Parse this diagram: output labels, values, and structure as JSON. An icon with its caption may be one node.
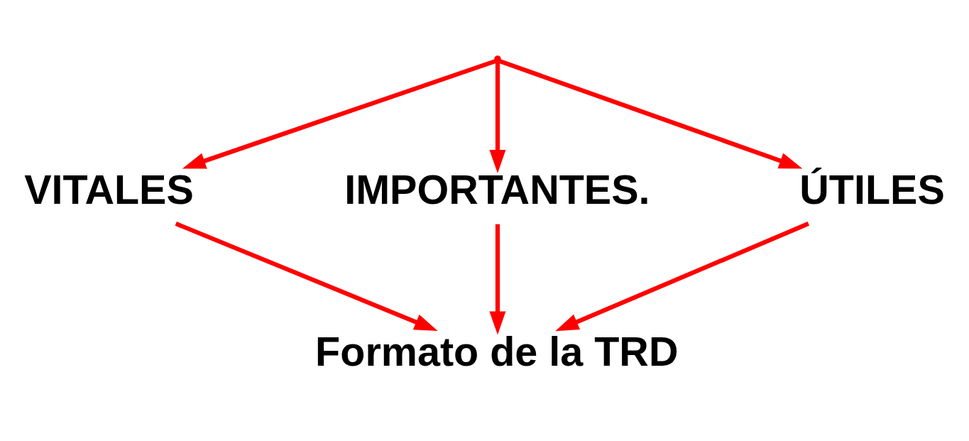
{
  "diagram": {
    "nodes": [
      {
        "text": [],
        "shape": "point"
      },
      {
        "text": [
          "VITALES"
        ]
      },
      {
        "text": [
          "IMPORTANTES."
        ]
      },
      {
        "text": [
          "ÚTILES"
        ]
      },
      {
        "text": [
          "Formato de la TRD"
        ]
      }
    ],
    "edges": [
      {
        "from": 0,
        "to": 1,
        "arrow": "to",
        "color": "#ff0000"
      },
      {
        "from": 0,
        "to": 2,
        "arrow": "to",
        "color": "#ff0000"
      },
      {
        "from": 0,
        "to": 3,
        "arrow": "to",
        "color": "#ff0000"
      },
      {
        "from": 1,
        "to": 4,
        "arrow": "to",
        "color": "#ff0000"
      },
      {
        "from": 2,
        "to": 4,
        "arrow": "to",
        "color": "#ff0000"
      },
      {
        "from": 3,
        "to": 4,
        "arrow": "to",
        "color": "#ff0000"
      }
    ]
  }
}
